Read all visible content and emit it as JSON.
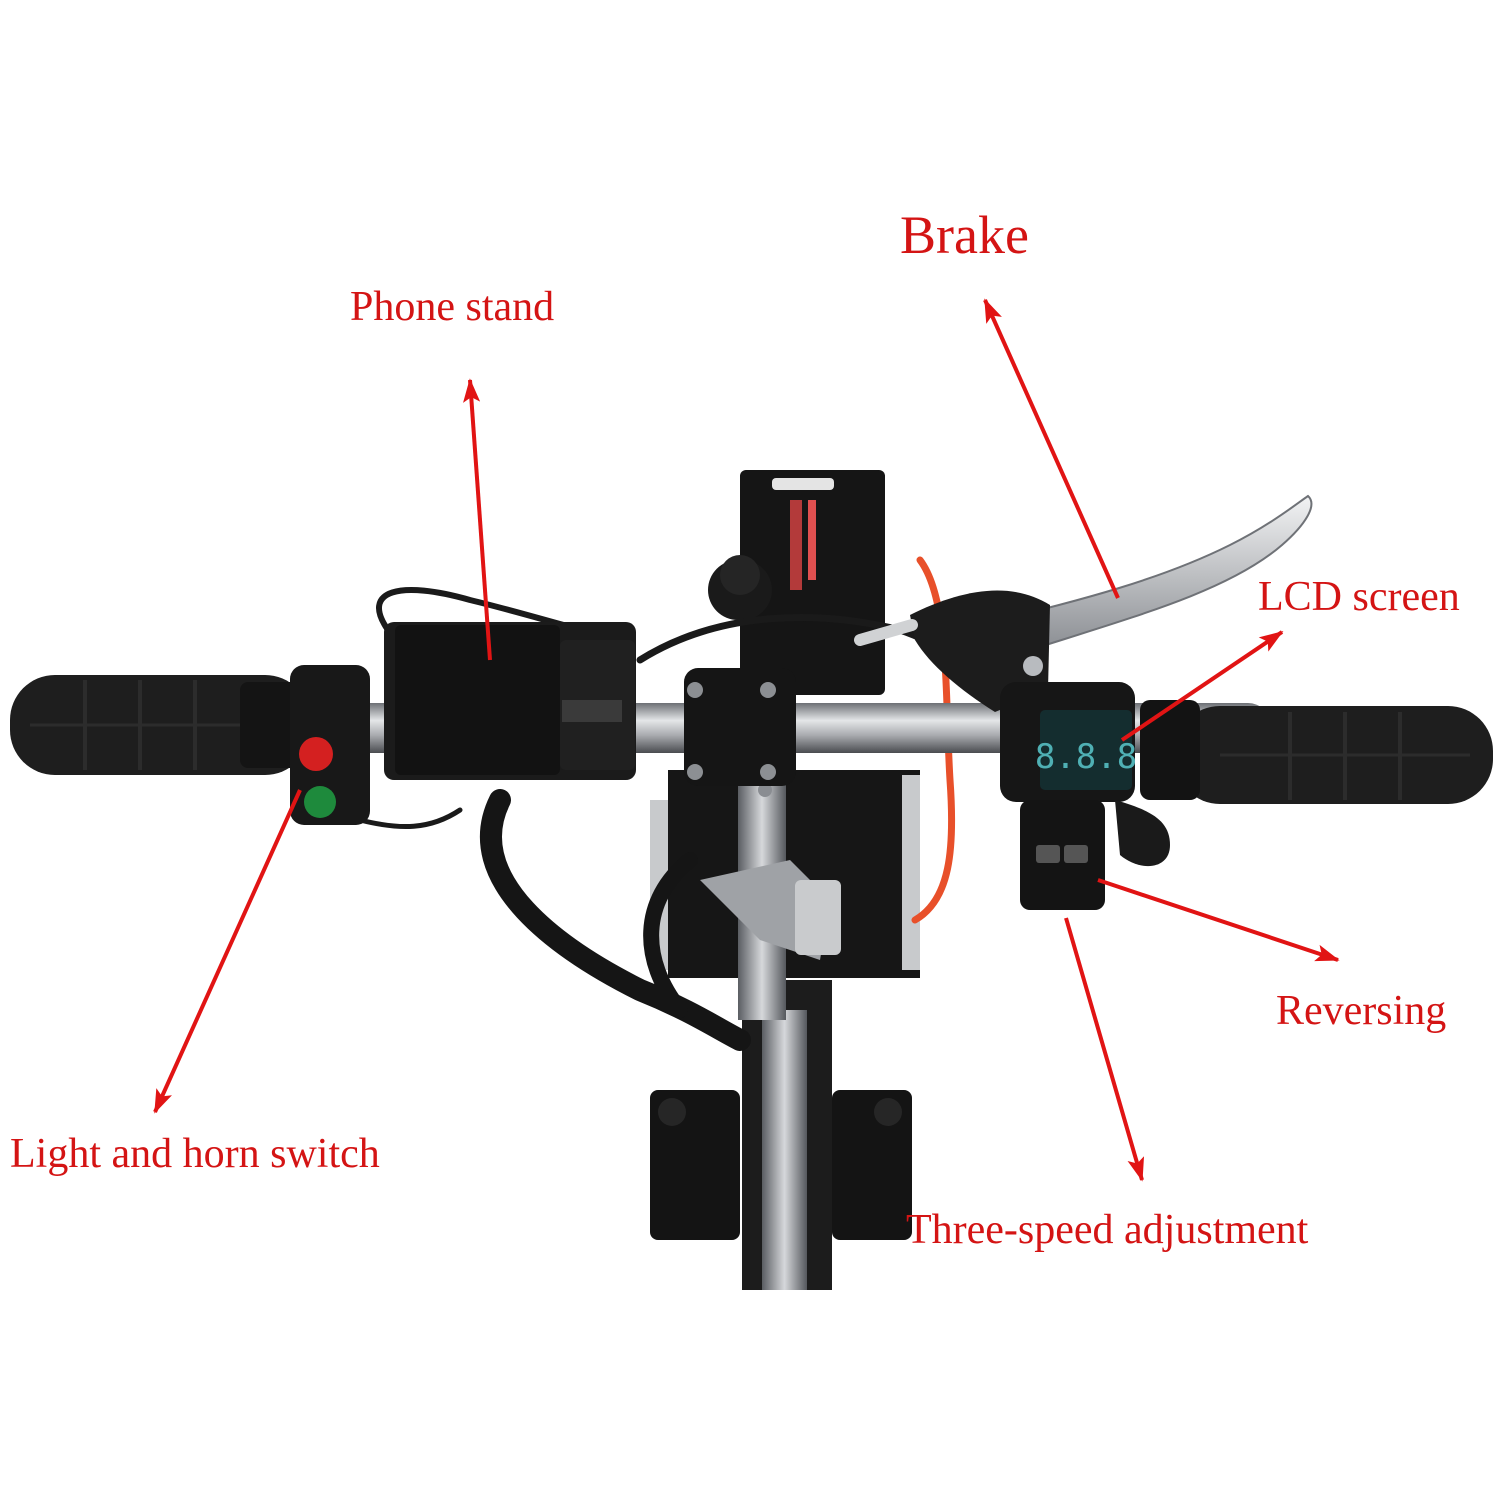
{
  "labels": {
    "brake": "Brake",
    "phone_stand": "Phone stand",
    "lcd_screen": "LCD screen",
    "reversing": "Reversing",
    "light_horn": "Light and horn switch",
    "three_speed": "Three-speed adjustment"
  },
  "lcd_readout": "8.8.8",
  "colors": {
    "annotation": "#d41414",
    "grip": "#1e1e1e",
    "bar": "#a8aaae",
    "cable": "#e8502a",
    "horn_button": "#d42020",
    "light_button": "#1e8a3c",
    "lcd_digits": "#4fb0b4"
  }
}
